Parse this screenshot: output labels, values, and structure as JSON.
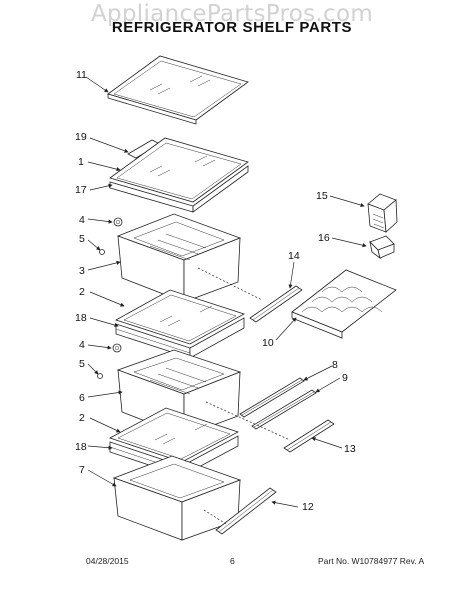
{
  "watermark": "AppliancePartsPros.com",
  "title": "REFRIGERATOR SHELF PARTS",
  "callouts": [
    "11",
    "19",
    "1",
    "17",
    "4",
    "5",
    "3",
    "2",
    "18",
    "4",
    "5",
    "6",
    "2",
    "18",
    "7",
    "15",
    "16",
    "14",
    "10",
    "8",
    "9",
    "13",
    "12"
  ],
  "footer": {
    "date": "04/28/2015",
    "page": "6",
    "part_no": "Part No. W10784977  Rev. A"
  }
}
